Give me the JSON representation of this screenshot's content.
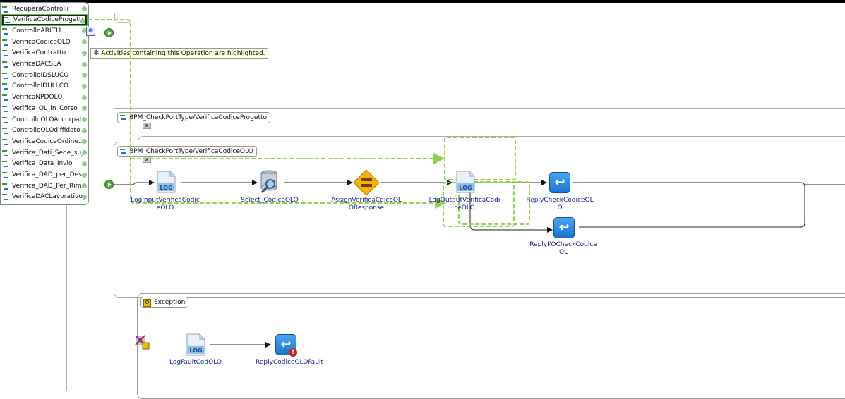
{
  "operations_panel": {
    "items": [
      {
        "label": "RecuperaControlli",
        "selected": false
      },
      {
        "label": "VerificaCodiceProgetto",
        "selected": true
      },
      {
        "label": "ControlloARLTI1",
        "selected": false
      },
      {
        "label": "VerificaCodiceOLO",
        "selected": false
      },
      {
        "label": "VerificaContratto",
        "selected": false
      },
      {
        "label": "VerificaDACSLA",
        "selected": false
      },
      {
        "label": "ControlloIDSLUCO",
        "selected": false
      },
      {
        "label": "ControlloIDULLCO",
        "selected": false
      },
      {
        "label": "VerificaNPDOLO",
        "selected": false
      },
      {
        "label": "Verifica_OL_in_Corso",
        "selected": false
      },
      {
        "label": "ControlloOLOAccorpat",
        "selected": false
      },
      {
        "label": "ControlloOLOdiffidato",
        "selected": false
      },
      {
        "label": "VerificaCodiceOrdine...",
        "selected": false
      },
      {
        "label": "Verifica_Dati_Sede_su_...",
        "selected": false
      },
      {
        "label": "Verifica_Data_Invio",
        "selected": false
      },
      {
        "label": "Verifica_DAD_per_Des...",
        "selected": false
      },
      {
        "label": "Verifica_DAD_Per_Rim...",
        "selected": false
      },
      {
        "label": "VerificaDACLavorativo",
        "selected": false
      }
    ]
  },
  "tooltip": {
    "icon": "gear-icon",
    "text": "Activities containing this Operation are highlighted."
  },
  "scopes": {
    "progetto": {
      "label": "BPM_CheckPortType/VerificaCodiceProgetto",
      "badge": "x"
    },
    "olo": {
      "label": "BPM_CheckPortType/VerificaCodiceOLO",
      "badge": "x"
    },
    "exception": {
      "label": "Exception"
    }
  },
  "activities": {
    "log_input": {
      "line1": "LogInputVerificaCodic",
      "line2": "eOLO",
      "icon": "log-icon",
      "icon_text": "LOG"
    },
    "select": {
      "line1": "Select_CodiceOLO",
      "icon": "database-search-icon"
    },
    "assign": {
      "line1": "AssignVerificaCdiceOL",
      "line2": "OResponse",
      "icon": "assign-icon"
    },
    "log_output": {
      "line1": "LogOutputVerificaCodi",
      "line2": "ceOLO",
      "icon": "log-icon",
      "icon_text": "LOG"
    },
    "reply_ok": {
      "line1": "ReplyCheckCodiceOL",
      "line2": "O",
      "icon": "reply-icon"
    },
    "reply_ko": {
      "line1": "ReplyKOCheckCodice",
      "line2": "OL",
      "icon": "reply-icon"
    },
    "log_fault": {
      "line1": "LogFaultCodOLO",
      "icon": "log-icon",
      "icon_text": "LOG"
    },
    "reply_fault": {
      "line1": "ReplyCodiceOLOFault",
      "icon": "reply-fault-icon"
    }
  },
  "colors": {
    "highlight": "#8fd44f",
    "reply_blue": "#1a72d0",
    "label_text": "#1a1a8e"
  }
}
